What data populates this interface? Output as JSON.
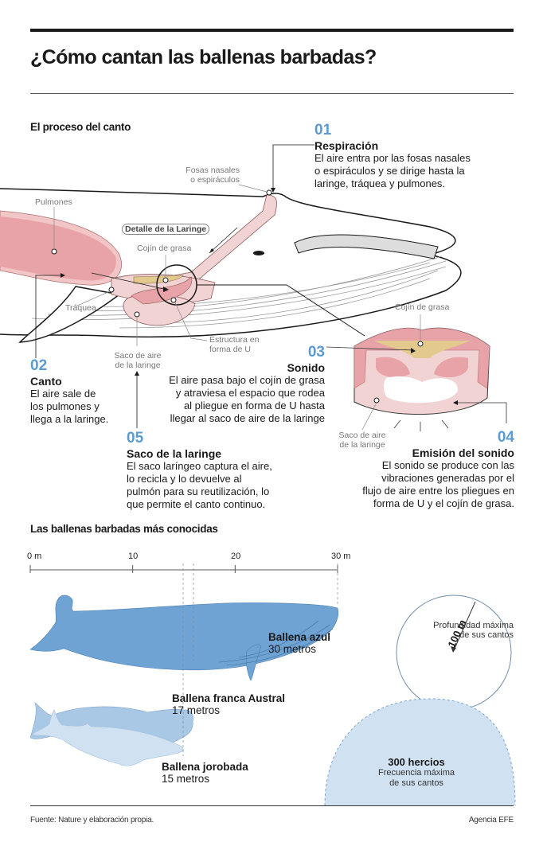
{
  "title": "¿Cómo cantan las ballenas barbadas?",
  "section1": {
    "title": "El proceso del canto",
    "detail_pill": "Detalle de la Laringe",
    "labels": {
      "fosas": [
        "Fosas nasales",
        "o espiráculos"
      ],
      "pulmones": "Pulmones",
      "cojin": "Cojín de grasa",
      "traquea": "Tráquea",
      "saco": [
        "Saco de aire",
        "de la laringe"
      ],
      "estructura": [
        "Estructura en",
        "forma de U"
      ],
      "detail_cojin": "Cojín de grasa",
      "detail_saco": [
        "Saco de aire",
        "de la laringe"
      ]
    },
    "steps": [
      {
        "num": "01",
        "head": "Respiración",
        "text": [
          "El aire entra por las fosas nasales",
          "o espiráculos y se dirige hasta la",
          "laringe, tráquea y pulmones."
        ]
      },
      {
        "num": "02",
        "head": "Canto",
        "text": [
          "El aire sale de",
          "los pulmones y",
          "llega a la laringe."
        ]
      },
      {
        "num": "03",
        "head": "Sonido",
        "text": [
          "El aire pasa bajo el cojín de grasa",
          "y atraviesa el espacio que rodea",
          "al pliegue en forma de U hasta",
          "llegar al saco de aire de la laringe"
        ]
      },
      {
        "num": "04",
        "head": "Emisión del sonido",
        "text": [
          "El sonido se produce con las",
          "vibraciones generadas por el",
          "flujo de aire entre los pliegues en",
          "forma de U y el cojín de grasa."
        ]
      },
      {
        "num": "05",
        "head": "Saco de la laringe",
        "text": [
          "El saco laríngeo captura el aire,",
          "lo recicla y lo devuelve al",
          "pulmón para su reutilización, lo",
          "que permite el canto continuo."
        ]
      }
    ]
  },
  "section2": {
    "title": "Las ballenas barbadas más conocidas",
    "scale": {
      "ticks": [
        "0 m",
        "10",
        "20",
        "30 m"
      ],
      "min": 0,
      "max": 30
    },
    "whales": [
      {
        "name": "Ballena azul",
        "length_label": "30 metros",
        "length_m": 30,
        "color": "#6fa3d3"
      },
      {
        "name": "Ballena franca Austral",
        "length_label": "17 metros",
        "length_m": 17,
        "color": "#a9c8e6"
      },
      {
        "name": "Ballena jorobada",
        "length_label": "15 metros",
        "length_m": 15,
        "color": "#d0e2f2"
      }
    ],
    "depth": {
      "value": "100 m",
      "label": [
        "Profundidad máxima",
        "de sus cantos"
      ]
    },
    "frequency": {
      "value": "300 hercios",
      "label": [
        "Frecuencia máxima",
        "de sus cantos"
      ]
    }
  },
  "footer": {
    "source": "Fuente: Nature y elaboración propia.",
    "credit": "Agencia EFE"
  },
  "colors": {
    "accent": "#5b9bd1",
    "lung": "#e8a3a8",
    "tissue": "#f2d3d4",
    "fat": "#e3c98e"
  }
}
